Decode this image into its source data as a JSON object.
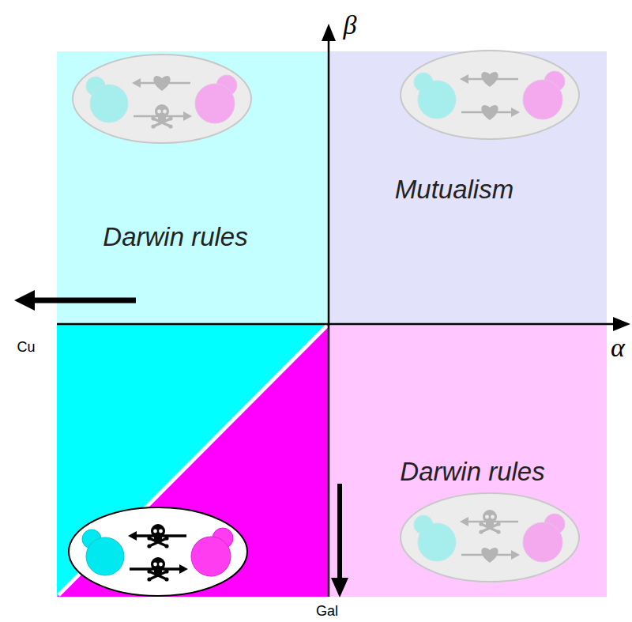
{
  "diagram": {
    "nodes": [
      {
        "text": [
          "Darwin rules"
        ]
      },
      {
        "text": [
          "Mutualism"
        ]
      },
      {
        "text": [
          "Darwin rules"
        ]
      }
    ],
    "labels": [
      "β",
      "α",
      "Cu",
      "Gal"
    ]
  }
}
